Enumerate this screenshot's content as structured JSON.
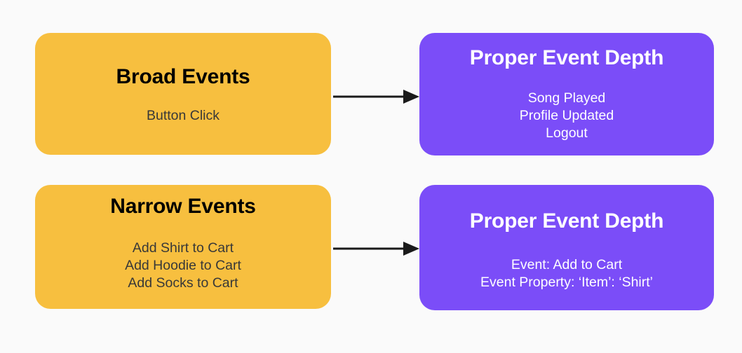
{
  "diagram": {
    "background_color": "#fafafa",
    "colors": {
      "source_node": "#f7bf3f",
      "target_node": "#7b4df8",
      "arrow": "#1a1a1a",
      "source_title_text": "#000000",
      "source_body_text": "#383838",
      "target_text": "#ffffff"
    },
    "nodes": [
      {
        "id": "broad-events",
        "title": "Broad Events",
        "lines": [
          "Button Click"
        ]
      },
      {
        "id": "proper-event-depth-broad",
        "title": "Proper Event Depth",
        "lines": [
          "Song Played",
          "Profile Updated",
          "Logout"
        ]
      },
      {
        "id": "narrow-events",
        "title": "Narrow Events",
        "lines": [
          "Add Shirt to Cart",
          "Add Hoodie to Cart",
          "Add Socks to Cart"
        ]
      },
      {
        "id": "proper-event-depth-narrow",
        "title": "Proper Event Depth",
        "lines": [
          "Event: Add to Cart",
          "Event Property: ‘Item’: ‘Shirt’"
        ]
      }
    ],
    "arrows": [
      {
        "id": "arrow-broad",
        "from": "broad-events",
        "to": "proper-event-depth-broad"
      },
      {
        "id": "arrow-narrow",
        "from": "narrow-events",
        "to": "proper-event-depth-narrow"
      }
    ]
  }
}
